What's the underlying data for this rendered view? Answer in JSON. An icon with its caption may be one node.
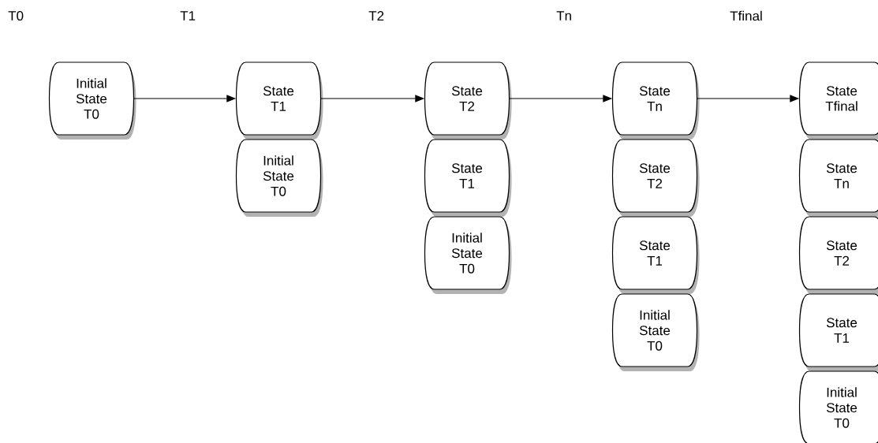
{
  "diagram": {
    "nodes": [
      {
        "text": [
          "Initial State T0"
        ]
      },
      {
        "text": [
          "State T1"
        ]
      },
      {
        "text": [
          "Initial State T0"
        ]
      },
      {
        "text": [
          "State T2"
        ]
      },
      {
        "text": [
          "State T1"
        ]
      },
      {
        "text": [
          "Initial State T0"
        ]
      },
      {
        "text": [
          "State Tn"
        ]
      },
      {
        "text": [
          "State T2"
        ]
      },
      {
        "text": [
          "State T1"
        ]
      },
      {
        "text": [
          "Initial State T0"
        ]
      },
      {
        "text": [
          "State Tfinal"
        ]
      },
      {
        "text": [
          "State Tn"
        ]
      },
      {
        "text": [
          "State T2"
        ]
      },
      {
        "text": [
          "State T1"
        ]
      },
      {
        "text": [
          "Initial State T0"
        ]
      }
    ],
    "edges": [
      {
        "from": 0,
        "to": 1,
        "arrow": "to"
      },
      {
        "from": 1,
        "to": 3,
        "arrow": "to"
      },
      {
        "from": 3,
        "to": 6,
        "arrow": "to"
      },
      {
        "from": 6,
        "to": 10,
        "arrow": "to"
      }
    ],
    "labels": [
      "T0",
      "T1",
      "T2",
      "Tn",
      "Tfinal"
    ]
  }
}
